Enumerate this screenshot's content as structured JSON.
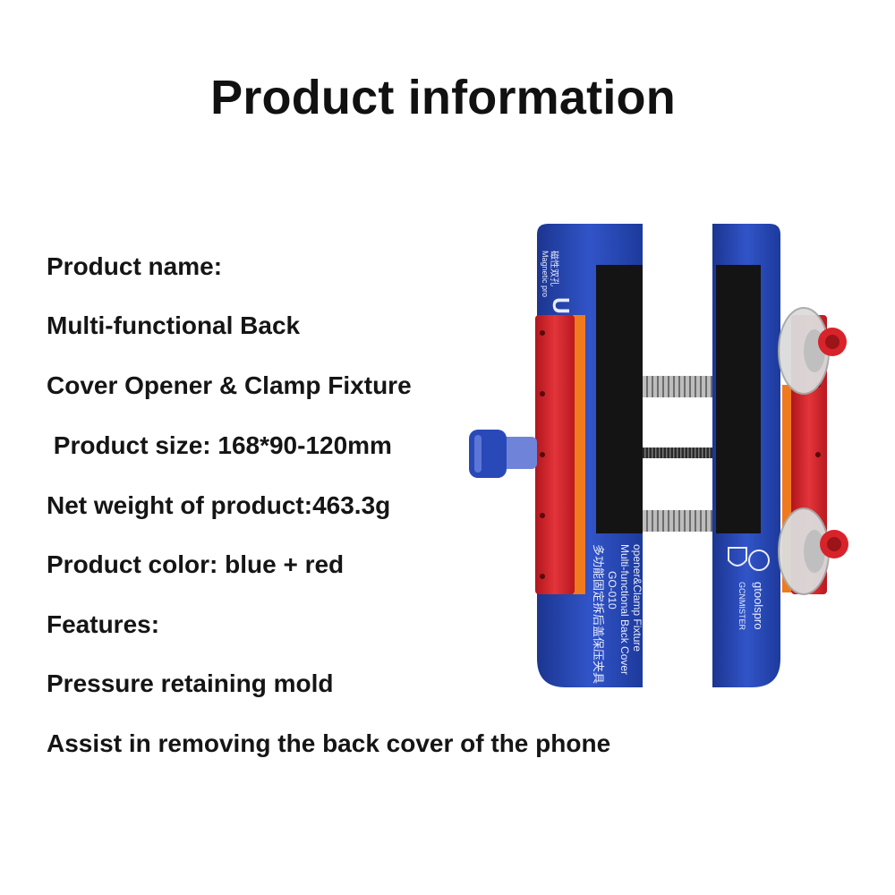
{
  "title": "Product information",
  "specs": [
    "Product name:",
    "Multi-functional Back",
    "Cover Opener & Clamp Fixture",
    " Product size: 168*90-120mm",
    "Net weight of product:463.3g",
    "Product color: blue + red",
    "Features:",
    "Pressure retaining mold",
    "Assist in removing the back cover of the phone"
  ],
  "product_image": {
    "left_block_top_label_cn": "磁性双孔",
    "left_block_top_label_en": "Magnetic pro",
    "left_engraving_cn": "多功能固定拆后盖保压夹具",
    "left_engraving_model": "GO-010",
    "left_engraving_line1": "Multi-functional Back Cover",
    "left_engraving_line2": "opener&Clamp Fixture",
    "brand_left": "GCNMISTER",
    "brand_right": "gtoolspro",
    "colors": {
      "blue": "#2a49b8",
      "blue_dark": "#1b3590",
      "red": "#d8232a",
      "orange": "#f07a1e",
      "black_pad": "#141414",
      "metal": "#c9c9c9"
    }
  }
}
